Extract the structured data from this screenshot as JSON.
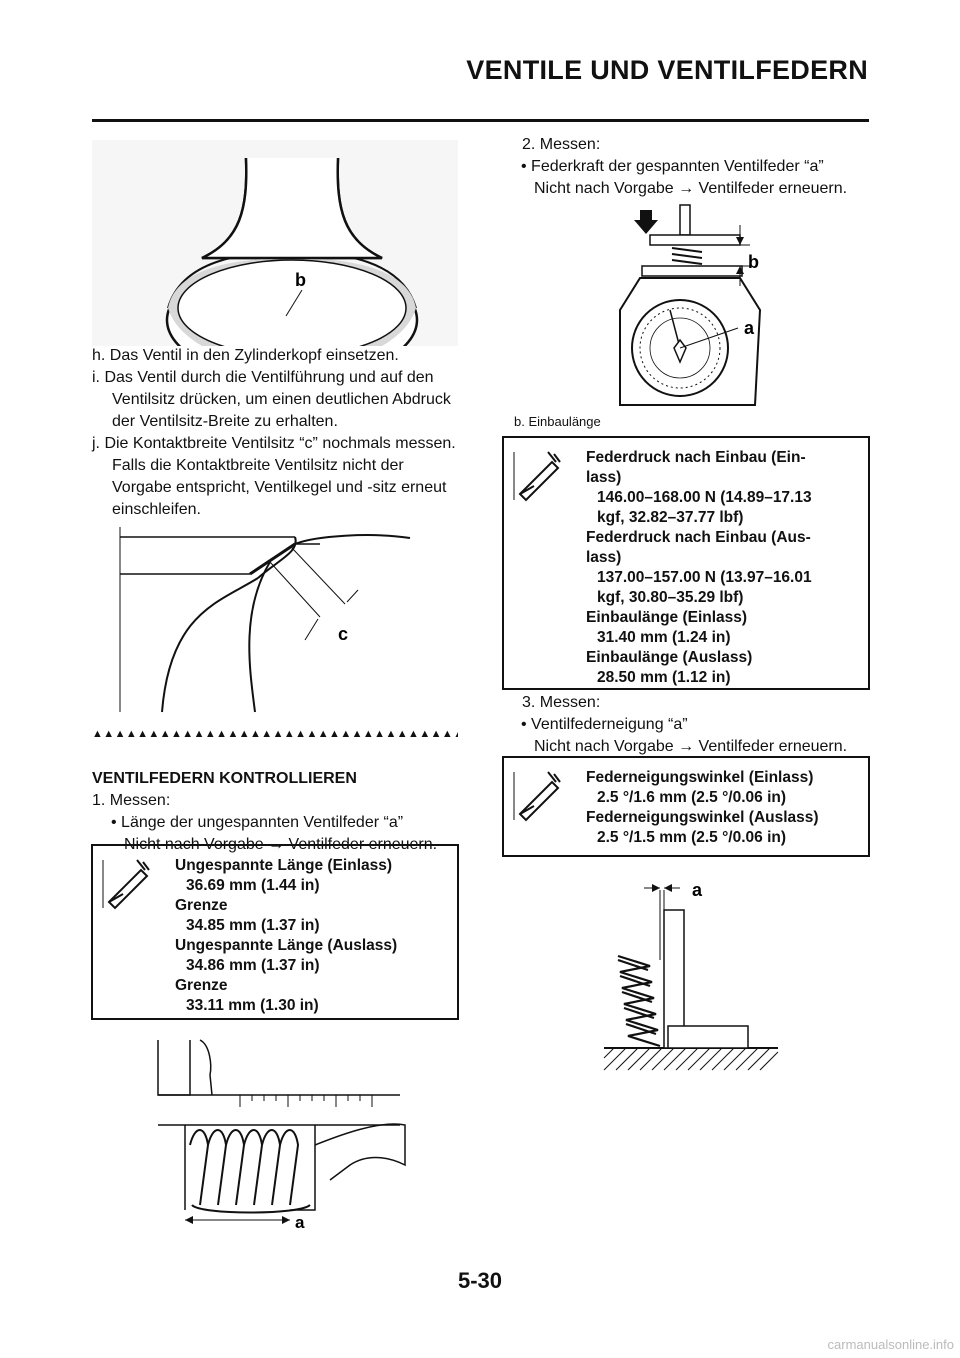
{
  "header": {
    "title": "VENTILE UND VENTILFEDERN"
  },
  "left": {
    "steps": [
      "h. Das Ventil in den Zylinderkopf einsetzen.",
      "i. Das Ventil durch die Ventilführung und auf den Ventilsitz drücken, um einen deutlichen Abdruck der Ventilsitz-Breite zu erhalten.",
      "j. Die Kontaktbreite Ventilsitz “c” nochmals messen. Falls die Kontaktbreite Ventilsitz nicht der Vorgabe entspricht, Ventilkegel und -sitz erneut einschleifen."
    ],
    "triangles": "▲▲▲▲▲▲▲▲▲▲▲▲▲▲▲▲▲▲▲▲▲▲▲▲▲▲▲▲▲▲▲▲▲",
    "section_title": "VENTILFEDERN KONTROLLIEREN",
    "measure1": "1. Messen:",
    "measure1_bullet": "• Länge der ungespannten Ventilfeder “a”",
    "measure1_action": "Nicht nach Vorgabe → Ventilfeder erneuern.",
    "spec1": [
      {
        "label": "Ungespannte Länge (Einlass)",
        "value": "36.69 mm (1.44 in)"
      },
      {
        "label": "Grenze",
        "value": "34.85 mm (1.37 in)"
      },
      {
        "label": "Ungespannte Länge (Auslass)",
        "value": "34.86 mm (1.37 in)"
      },
      {
        "label": "Grenze",
        "value": "33.11 mm (1.30 in)"
      }
    ]
  },
  "right": {
    "measure2": "2. Messen:",
    "measure2_bullet": "• Federkraft der gespannten Ventilfeder “a”",
    "measure2_action": "Nicht nach Vorgabe → Ventilfeder erneuern.",
    "caption": "b. Einbaulänge",
    "spec2": [
      {
        "label": "Federdruck nach Einbau (Ein-",
        "label2": "lass)",
        "value": "146.00–168.00 N (14.89–17.13",
        "value2": "kgf, 32.82–37.77 lbf)"
      },
      {
        "label": "Federdruck nach Einbau (Aus-",
        "label2": "lass)",
        "value": "137.00–157.00 N (13.97–16.01",
        "value2": "kgf, 30.80–35.29 lbf)"
      },
      {
        "label": "Einbaulänge (Einlass)",
        "value": "31.40 mm (1.24 in)"
      },
      {
        "label": "Einbaulänge (Auslass)",
        "value": "28.50 mm (1.12 in)"
      }
    ],
    "measure3": "3. Messen:",
    "measure3_bullet": "• Ventilfederneigung “a”",
    "measure3_action": "Nicht nach Vorgabe → Ventilfeder erneuern.",
    "spec3": [
      {
        "label": "Federneigungswinkel (Einlass)",
        "value": "2.5 °/1.6 mm (2.5 °/0.06 in)"
      },
      {
        "label": "Federneigungswinkel (Auslass)",
        "value": "2.5 °/1.5 mm (2.5 °/0.06 in)"
      }
    ]
  },
  "figures": {
    "valve_label": "b",
    "seat_label": "c",
    "caliper_label": "a",
    "scale_label_a": "a",
    "scale_label_b": "b",
    "tilt_label": "a"
  },
  "footer": {
    "page": "5-30",
    "watermark": "carmanualsonline.info"
  }
}
